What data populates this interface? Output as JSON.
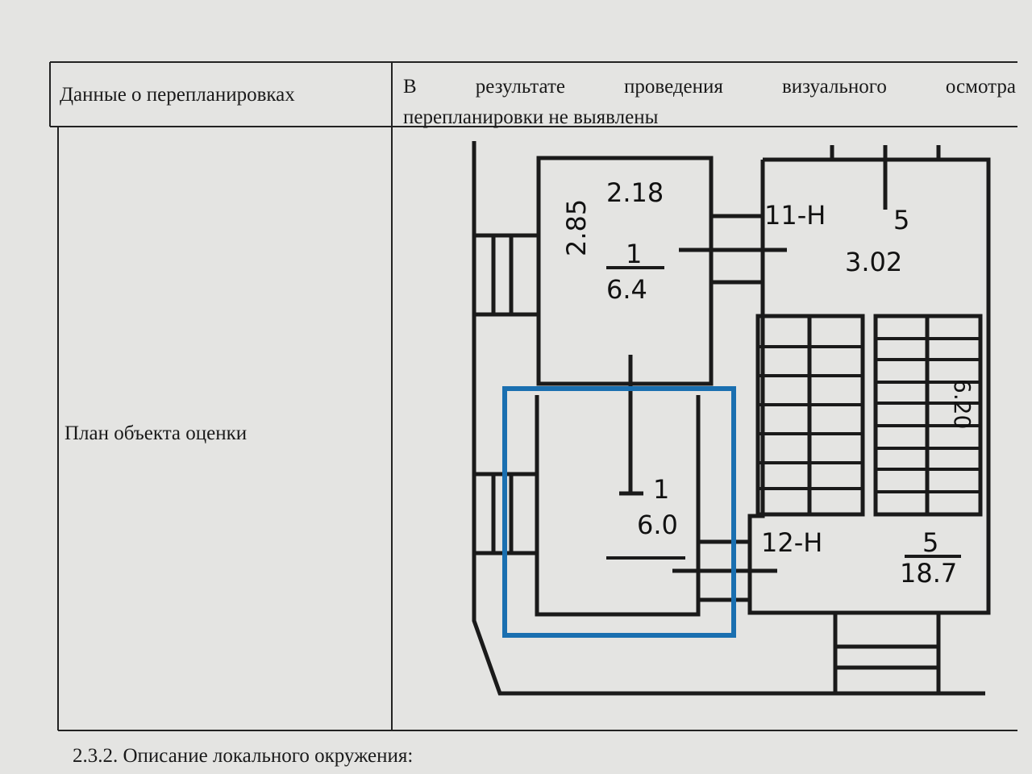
{
  "table": {
    "rows": [
      {
        "label": "Данные о перепланировках",
        "value_words": [
          "В",
          "результате",
          "проведения",
          "визуального",
          "осмотра"
        ],
        "value_line2": "перепланировки не выявлены"
      },
      {
        "label": "План объекта оценки"
      }
    ]
  },
  "floor_plan": {
    "labels": {
      "room1_width": "2.18",
      "room1_height": "2.85",
      "room1_num": "1",
      "room1_area": "6.4",
      "room2_num": "1",
      "room2_area": "6.0",
      "unit_11": "11-Н",
      "unit_11_num": "5",
      "unit_11_dim": "3.02",
      "stair_dim": "6.20",
      "unit_12": "12-Н",
      "unit_12_num": "5",
      "unit_12_area": "18.7"
    },
    "highlight_color": "#1a6fb0"
  },
  "section_heading": "2.3.2. Описание локального окружения:"
}
